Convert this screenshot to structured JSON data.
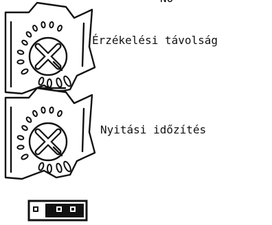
{
  "labels": {
    "top_cutoff": "NO",
    "dial_1": "Érzékelési távolság",
    "dial_2": "Nyitási időzítés"
  },
  "colors": {
    "line": "#111111",
    "background": "#ffffff"
  }
}
